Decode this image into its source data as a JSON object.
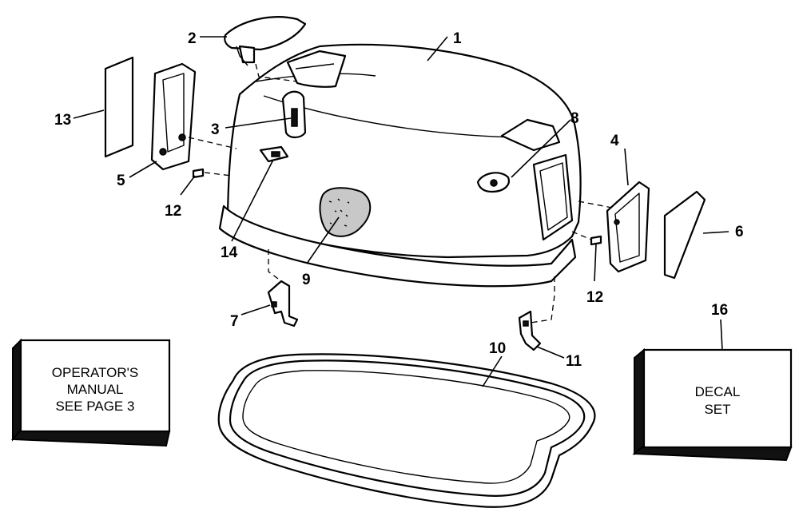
{
  "callouts": {
    "c1": "1",
    "c2": "2",
    "c3": "3",
    "c4": "4",
    "c5": "5",
    "c6": "6",
    "c7": "7",
    "c8": "8",
    "c9": "9",
    "c10": "10",
    "c11": "11",
    "c12a": "12",
    "c12b": "12",
    "c13": "13",
    "c14": "14",
    "c16": "16"
  },
  "manual_box": {
    "line1": "OPERATOR'S",
    "line2": "MANUAL",
    "line3": "SEE PAGE 3"
  },
  "decal_box": {
    "line1": "DECAL",
    "line2": "SET"
  }
}
